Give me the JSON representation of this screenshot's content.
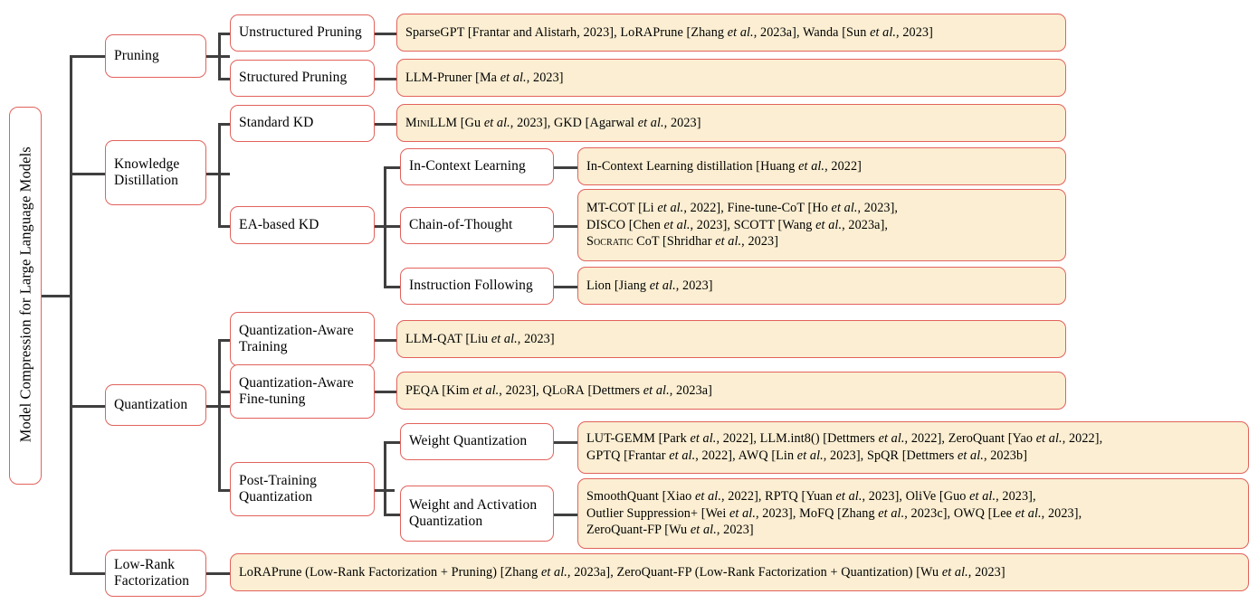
{
  "diagram": {
    "title": "Model Compression for Large Language Models",
    "root_label": "Model Compression for Large Language Models",
    "colors": {
      "box_border": "#e2625c",
      "leaf_fill": "#fbeed2",
      "category_fill": "#ffffff",
      "connector": "#3f3f3f",
      "background": "#ffffff",
      "text": "#000000"
    }
  },
  "categories": {
    "pruning": "Pruning",
    "knowledge_distillation": "Knowledge\nDistillation",
    "quantization": "Quantization",
    "low_rank_factorization": "Low-Rank\nFactorization"
  },
  "subcategories": {
    "unstructured_pruning": "Unstructured Pruning",
    "structured_pruning": "Structured Pruning",
    "standard_kd": "Standard KD",
    "ea_based_kd": "EA-based KD",
    "in_context_learning": "In-Context Learning",
    "chain_of_thought": "Chain-of-Thought",
    "instruction_following": "Instruction Following",
    "quantization_aware_training": "Quantization-Aware\nTraining",
    "quantization_aware_finetuning": "Quantization-Aware\nFine-tuning",
    "post_training_quantization": "Post-Training\nQuantization",
    "weight_quantization": "Weight Quantization",
    "weight_and_activation_quantization": "Weight and Activation\nQuantization"
  },
  "references": {
    "unstructured_pruning": "SparseGPT [Frantar and Alistarh, 2023], LoRAPrune [Zhang et al., 2023a], Wanda [Sun et al., 2023]",
    "structured_pruning": "LLM-Pruner [Ma et al., 2023]",
    "standard_kd": "MINILLM [Gu et al., 2023], GKD [Agarwal et al., 2023]",
    "in_context_learning": "In-Context Learning distillation [Huang et al., 2022]",
    "chain_of_thought": "MT-COT [Li et al., 2022], Fine-tune-CoT [Ho et al., 2023], DISCO [Chen et al., 2023], SCOTT [Wang et al., 2023a], SOCRATIC CoT [Shridhar et al., 2023]",
    "instruction_following": "Lion [Jiang et al., 2023]",
    "quantization_aware_training": "LLM-QAT [Liu et al., 2023]",
    "quantization_aware_finetuning": "PEQA [Kim et al., 2023], QLORA [Dettmers et al., 2023a]",
    "weight_quantization": "LUT-GEMM [Park et al., 2022], LLM.int8() [Dettmers et al., 2022], ZeroQuant [Yao et al., 2022], GPTQ [Frantar et al., 2022], AWQ [Lin et al., 2023], SpQR [Dettmers et al., 2023b]",
    "weight_and_activation_quantization": "SmoothQuant [Xiao et al., 2022], RPTQ [Yuan et al., 2023], OliVe [Guo et al., 2023], Outlier Suppression+ [Wei et al., 2023], MoFQ [Zhang et al., 2023c], OWQ [Lee et al., 2023], ZeroQuant-FP [Wu et al., 2023]",
    "low_rank_factorization": "LoRAPrune (Low-Rank Factorization + Pruning) [Zhang et al., 2023a], ZeroQuant-FP (Low-Rank Factorization + Quantization) [Wu et al., 2023]"
  },
  "reference_lines": {
    "unstructured_pruning": [
      "SparseGPT [Frantar and Alistarh, 2023], LoRAPrune [Zhang et al., 2023a], Wanda [Sun et al., 2023]"
    ],
    "structured_pruning": [
      "LLM-Pruner [Ma et al., 2023]"
    ],
    "standard_kd": [
      "MINILLM [Gu et al., 2023], GKD [Agarwal et al., 2023]"
    ],
    "in_context_learning": [
      "In-Context Learning distillation [Huang et al., 2022]"
    ],
    "chain_of_thought": [
      "MT-COT [Li et al., 2022], Fine-tune-CoT [Ho et al., 2023],",
      "DISCO [Chen et al., 2023], SCOTT [Wang et al., 2023a],",
      "SOCRATIC CoT [Shridhar et al., 2023]"
    ],
    "instruction_following": [
      "Lion [Jiang et al., 2023]"
    ],
    "quantization_aware_training": [
      "LLM-QAT [Liu et al., 2023]"
    ],
    "quantization_aware_finetuning": [
      "PEQA [Kim et al., 2023], QLORA [Dettmers et al., 2023a]"
    ],
    "weight_quantization": [
      "LUT-GEMM [Park et al., 2022], LLM.int8() [Dettmers et al., 2022], ZeroQuant [Yao et al., 2022],",
      "GPTQ [Frantar et al., 2022], AWQ [Lin et al., 2023], SpQR [Dettmers et al., 2023b]"
    ],
    "weight_and_activation_quantization": [
      "SmoothQuant [Xiao et al., 2022], RPTQ [Yuan et al., 2023], OliVe [Guo et al., 2023],",
      "Outlier Suppression+ [Wei et al., 2023], MoFQ [Zhang et al., 2023c], OWQ [Lee et al., 2023],",
      "ZeroQuant-FP [Wu et al., 2023]"
    ],
    "low_rank_factorization": [
      "LoRAPrune (Low-Rank Factorization + Pruning) [Zhang et al., 2023a], ZeroQuant-FP (Low-Rank Factorization + Quantization) [Wu et al., 2023]"
    ]
  }
}
